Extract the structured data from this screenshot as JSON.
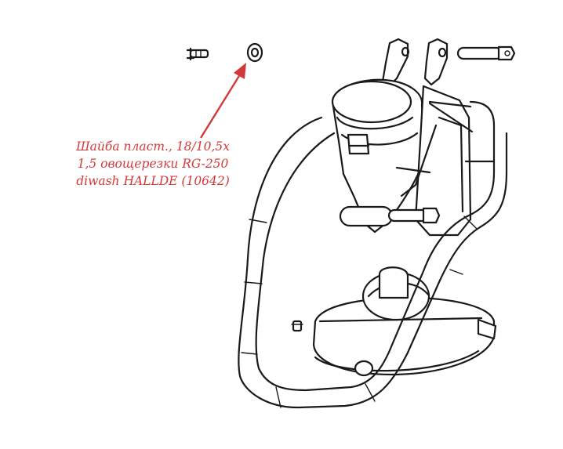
{
  "callout": {
    "lines": [
      "Шайба пласт., 18/10,5х",
      "1,5 овощерезки RG-250",
      "diwash HALLDE (10642)"
    ],
    "color": "#d23a3a"
  },
  "icons": {
    "washer": "washer-icon",
    "screw": "screw-icon",
    "bolt": "bolt-icon",
    "arrow": "callout-arrow-icon"
  }
}
